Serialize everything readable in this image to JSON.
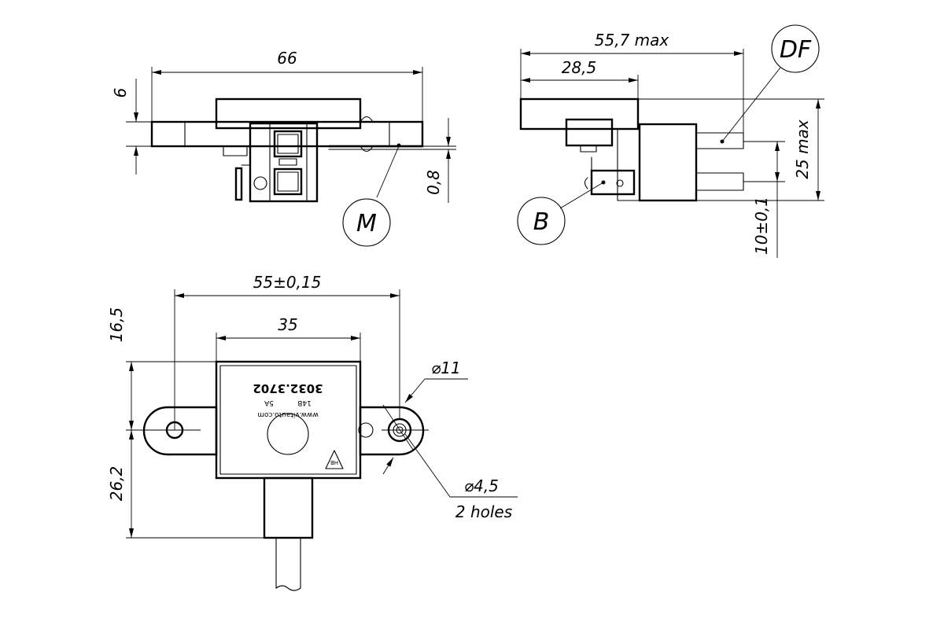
{
  "dimensions": {
    "front_width": "66",
    "front_height": "6",
    "front_gap": "0,8",
    "side_max": "55,7 max",
    "side_partial": "28,5",
    "side_height": "25 max",
    "side_offset": "10±0,1",
    "plan_mount": "55±0,15",
    "plan_body": "35",
    "plan_upper": "16,5",
    "plan_lower": "26,2",
    "dia_large": "⌀11",
    "dia_hole": "⌀4,5",
    "holes_note": "2 holes"
  },
  "callouts": {
    "m": "M",
    "df": "DF",
    "b": "B"
  },
  "label_print": {
    "part_number": "3032.3702",
    "voltage": "14В",
    "current": "5А",
    "website": "www.vitauto.com",
    "mark": "НВ"
  }
}
